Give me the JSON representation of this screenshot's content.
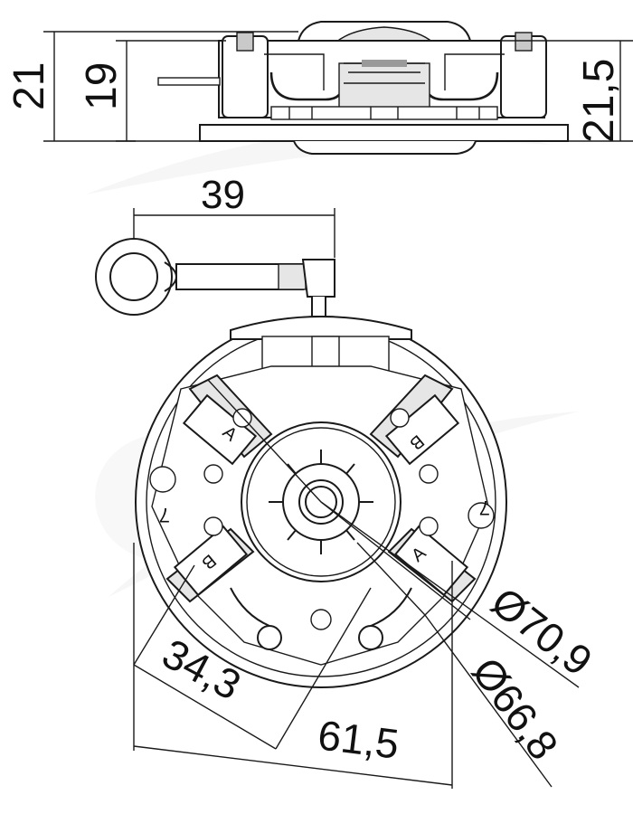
{
  "dimensions": {
    "overall_height": "21",
    "body_height": "19",
    "right_height": "21,5",
    "lead_length": "39",
    "brush_span": "34,3",
    "overall_width": "61,5",
    "outer_diameter": "Ø70,9",
    "inner_diameter": "Ø66,8"
  },
  "brush_labels": {
    "upper_left": "A",
    "upper_right": "B",
    "lower_left": "B",
    "lower_right": "A"
  },
  "pin_labels": {
    "left": "7",
    "right": "7"
  },
  "colors": {
    "line": "#1a1a1a",
    "watermark": "#eeeeee",
    "fill_light": "#e6e6e6",
    "fill_mid": "#c9c9c9"
  }
}
